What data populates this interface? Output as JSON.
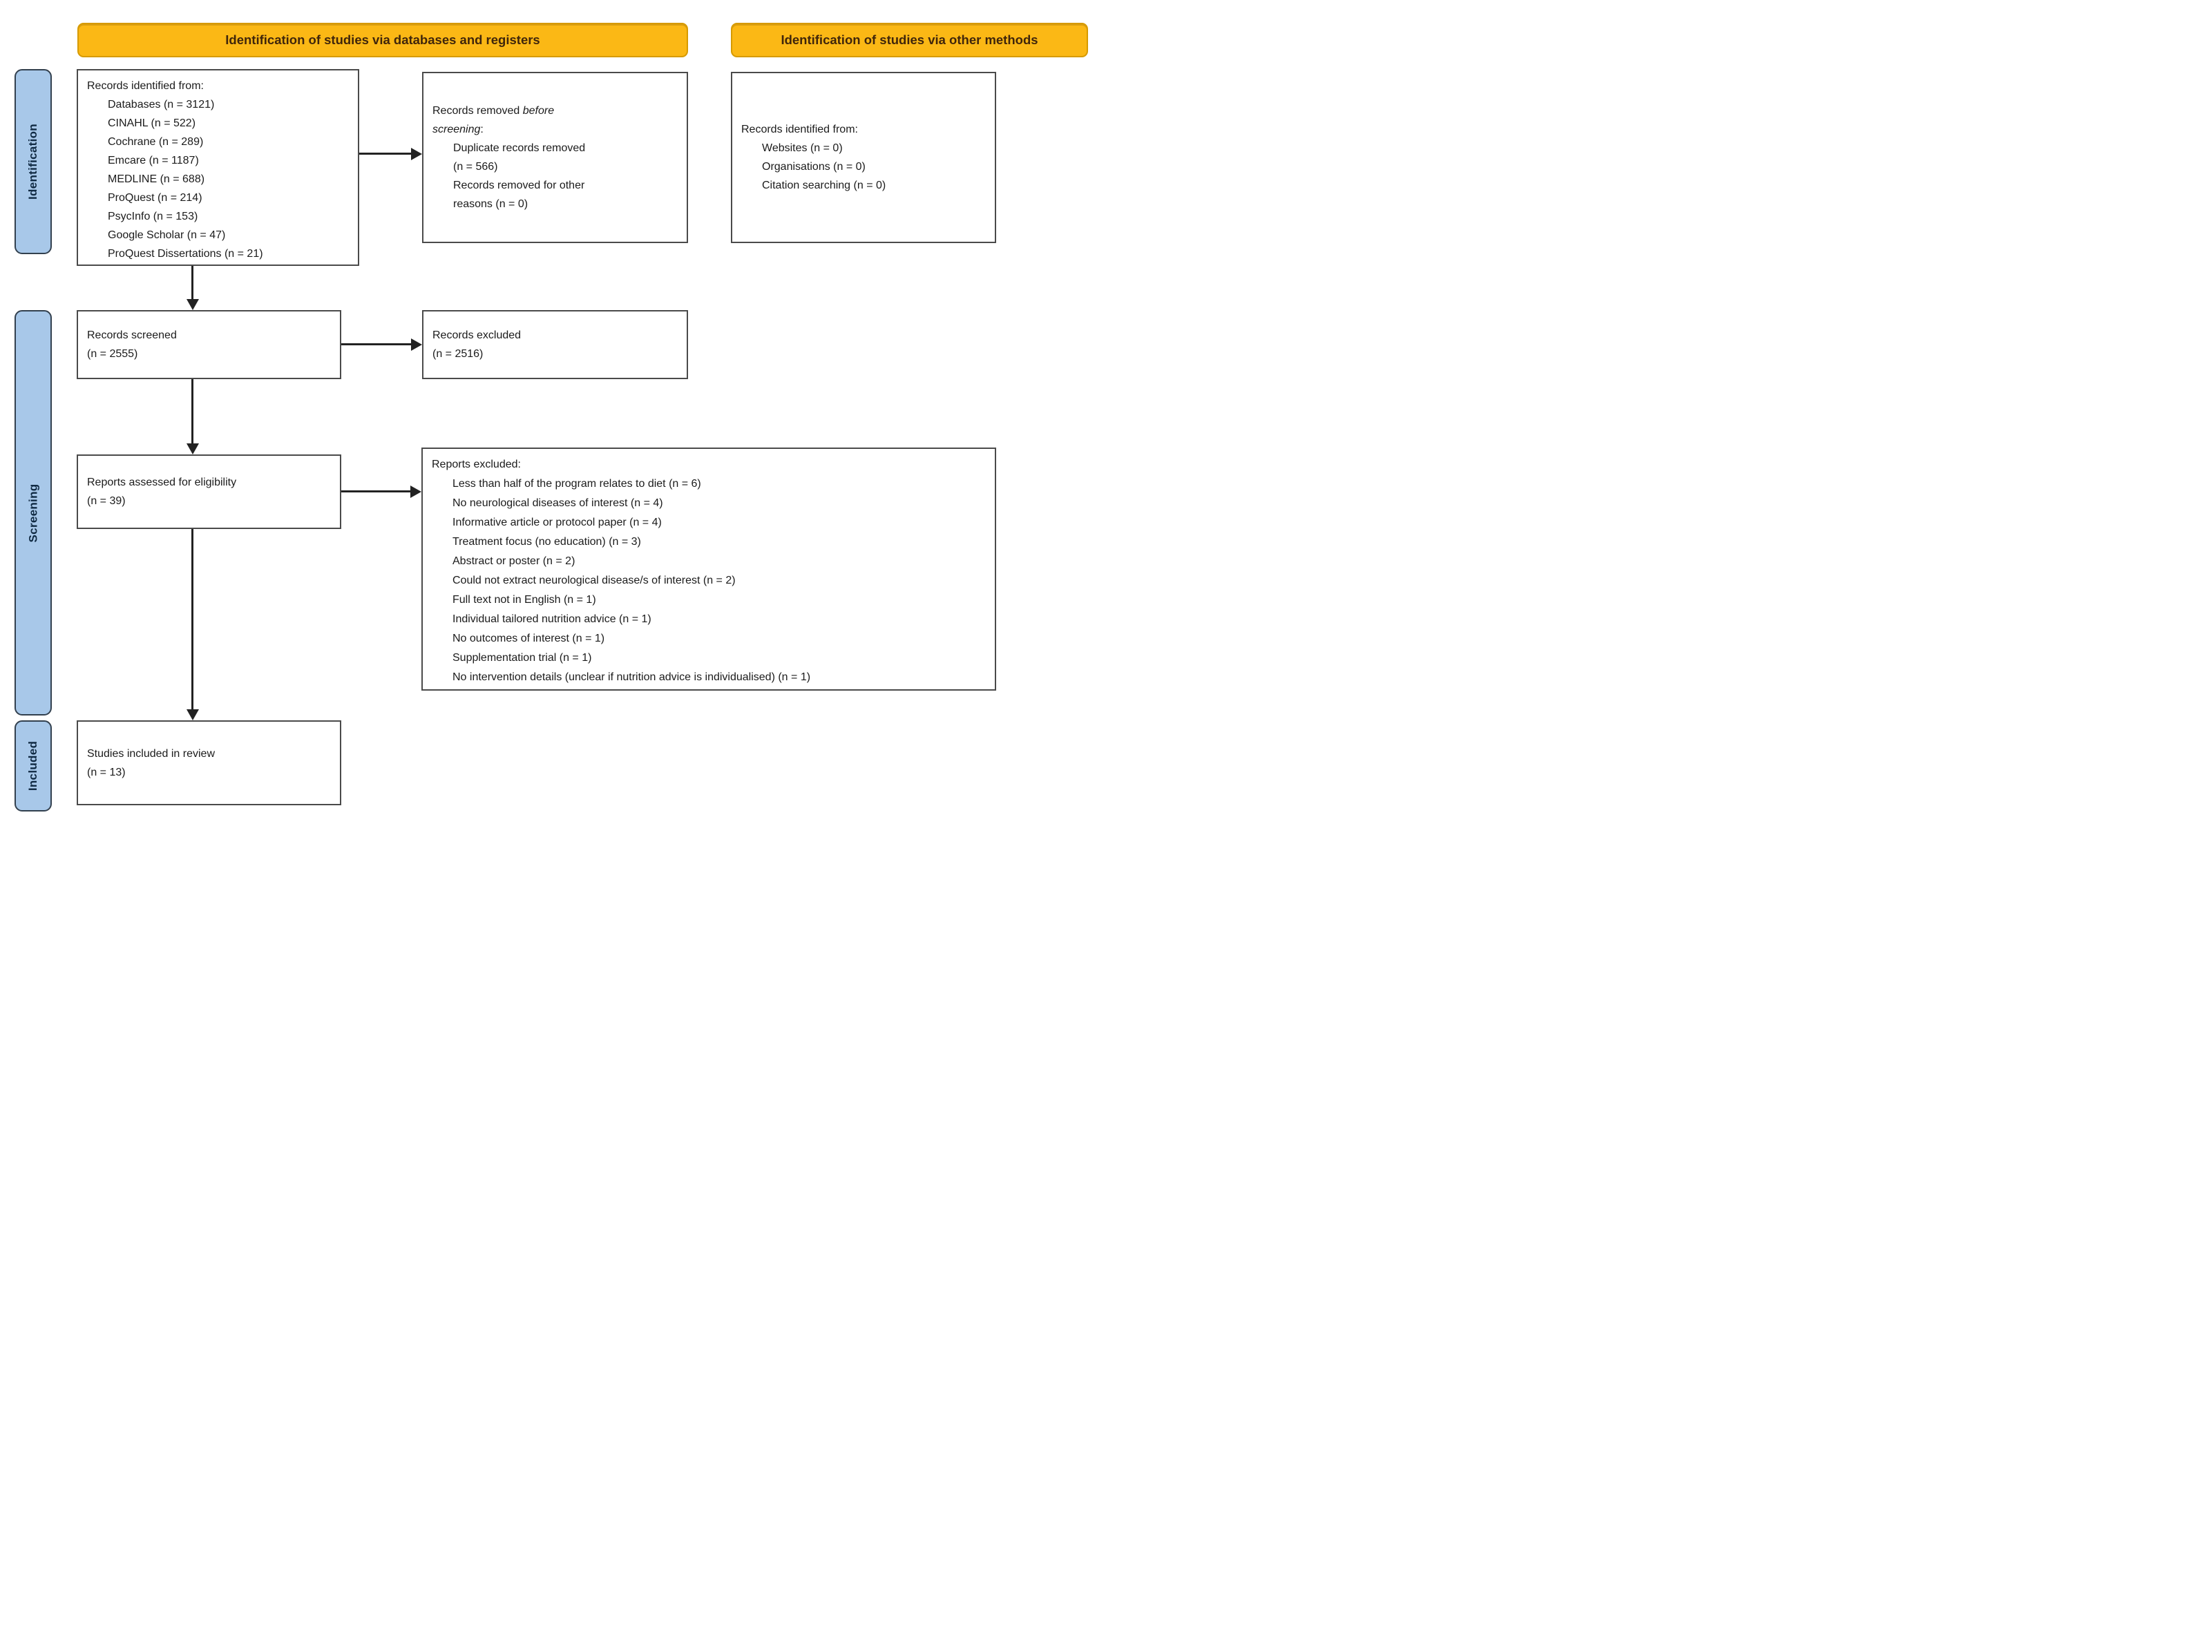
{
  "banners": {
    "databases": "Identification of studies via databases and registers",
    "other_methods": "Identification of studies via other methods"
  },
  "sidebar": {
    "identification": "Identification",
    "screening": "Screening",
    "included": "Included"
  },
  "boxes": {
    "records_identified": {
      "title": "Records identified from:",
      "items": [
        "Databases (n = 3121)",
        "CINAHL (n = 522)",
        "Cochrane (n = 289)",
        "Emcare (n = 1187)",
        "MEDLINE (n = 688)",
        "ProQuest (n = 214)",
        "PsycInfo (n = 153)",
        "Google Scholar (n = 47)",
        "ProQuest Dissertations (n = 21)"
      ]
    },
    "records_removed": {
      "title_parts": {
        "normal1": "Records removed ",
        "italic1": "before",
        "italic2": "screening",
        "suffix": ":"
      },
      "lines": [
        "Duplicate records removed",
        "(n = 566)",
        "Records removed for other",
        "reasons (n = 0)"
      ]
    },
    "records_identified_other": {
      "title": "Records identified from:",
      "items": [
        "Websites (n = 0)",
        "Organisations (n = 0)",
        "Citation searching (n = 0)"
      ]
    },
    "records_screened": {
      "line1": "Records screened",
      "line2": "(n = 2555)"
    },
    "records_excluded": {
      "line1": "Records excluded",
      "line2": "(n = 2516)"
    },
    "reports_assessed": {
      "line1": "Reports assessed for eligibility",
      "line2": "(n = 39)"
    },
    "reports_excluded": {
      "title": "Reports excluded:",
      "items": [
        "Less than half of the program relates to diet (n = 6)",
        "No neurological diseases of interest (n = 4)",
        "Informative article or protocol paper (n = 4)",
        "Treatment focus (no education) (n = 3)",
        "Abstract or poster (n = 2)",
        "Could not extract neurological disease/s of interest (n = 2)",
        "Full text not in English (n = 1)",
        "Individual tailored nutrition advice (n = 1)",
        "No outcomes of interest (n = 1)",
        "Supplementation trial (n = 1)",
        "No intervention details (unclear if nutrition advice is individualised) (n = 1)"
      ]
    },
    "studies_included": {
      "line1": "Studies included in review",
      "line2": "(n = 13)"
    }
  },
  "colors": {
    "banner_fill": "#FBB815",
    "banner_border": "#D69A00",
    "banner_text": "#40260B",
    "sidebar_fill": "#A8C8E9",
    "sidebar_border": "#32404E",
    "sidebar_text": "#102A43",
    "box_border": "#4A4A4A",
    "arrow": "#222222"
  }
}
